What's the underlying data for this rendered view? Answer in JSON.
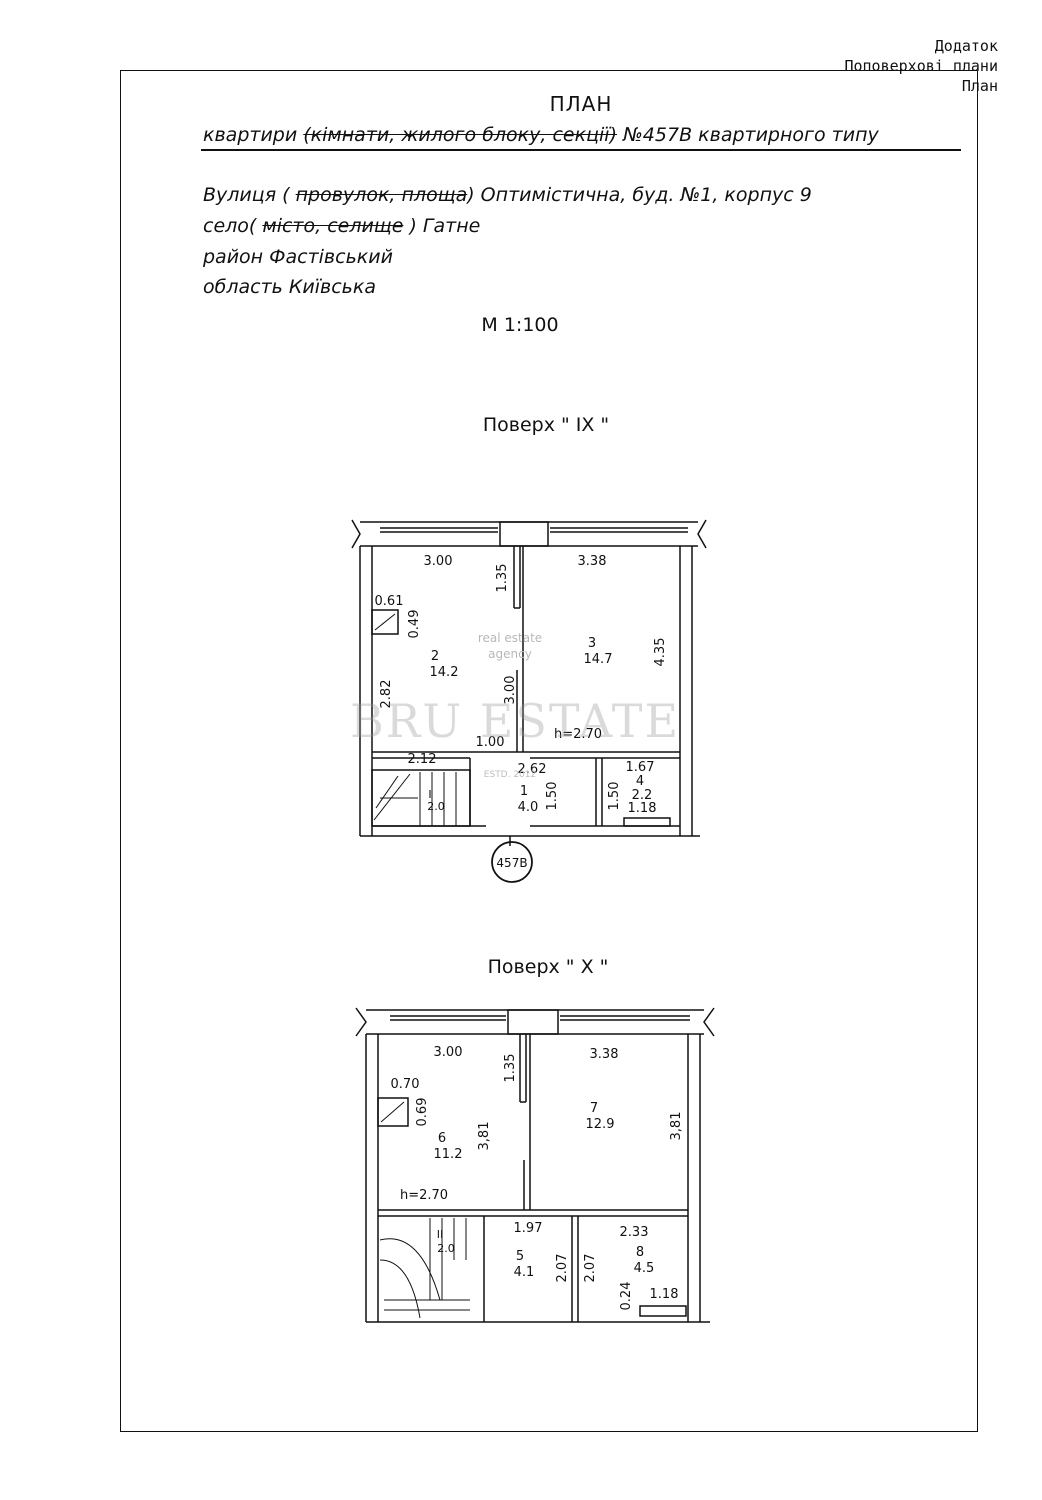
{
  "corner": {
    "line1": "Додаток",
    "line2": "Поповерхові плани",
    "line3": "План"
  },
  "header": {
    "title": "ПЛАН",
    "line1_prefix": "квартири ",
    "line1_struck": "(кімнати, жилого блоку, секції)",
    "line1_suffix": " №457В квартирного типу",
    "street_prefix": "Вулиця ( ",
    "street_struck": "провулок, площа",
    "street_suffix": ") Оптимістична, буд. №1, корпус 9",
    "village_prefix": "село( ",
    "village_struck": "місто, селище",
    "village_suffix": " ) Гатне",
    "district": "район  Фастівський",
    "region": "область Київська",
    "scale": "М 1:100"
  },
  "watermark": {
    "top_line1": "real estate",
    "top_line2": "agency",
    "brand": "BRU ESTATE",
    "estd": "ESTD. 2012"
  },
  "floor9": {
    "title": "Поверх \" IX \"",
    "dims": {
      "r2_width": "3.00",
      "r3_width": "3.38",
      "partition_len": "1.35",
      "niche_w": "0.61",
      "niche_h": "0.49",
      "r2_left_h": "2.82",
      "r2_right_h": "3.00",
      "r3_h": "4.35",
      "stair_w": "2.12",
      "step": "1.00",
      "height": "h=2.70",
      "r1_w": "2.62",
      "r1_h1": "1.50",
      "r1_h2": "1.50",
      "r4_w": "1.67",
      "r4_bottom": "1.18"
    },
    "rooms": [
      {
        "num": "2",
        "area": "14.2"
      },
      {
        "num": "3",
        "area": "14.7"
      },
      {
        "num": "1",
        "area": "4.0"
      },
      {
        "num": "4",
        "area": "2.2"
      }
    ],
    "stair_label_num": "I",
    "stair_label_val": "2.0",
    "apartment_tag": "457В"
  },
  "floor10": {
    "title": "Поверх \" X \"",
    "dims": {
      "r6_width": "3.00",
      "r7_width": "3.38",
      "partition_len": "1.35",
      "niche_w": "0.70",
      "niche_h": "0.69",
      "r6_h": "3,81",
      "r7_h": "3,81",
      "height": "h=2.70",
      "r5_w": "1.97",
      "r5_h1": "2.07",
      "r5_h2": "2.07",
      "r8_w": "2.33",
      "r8_small": "0.24",
      "r8_bottom": "1.18"
    },
    "rooms": [
      {
        "num": "6",
        "area": "11.2"
      },
      {
        "num": "7",
        "area": "12.9"
      },
      {
        "num": "5",
        "area": "4.1"
      },
      {
        "num": "8",
        "area": "4.5"
      }
    ],
    "stair_label_num": "II",
    "stair_label_val": "2.0"
  }
}
